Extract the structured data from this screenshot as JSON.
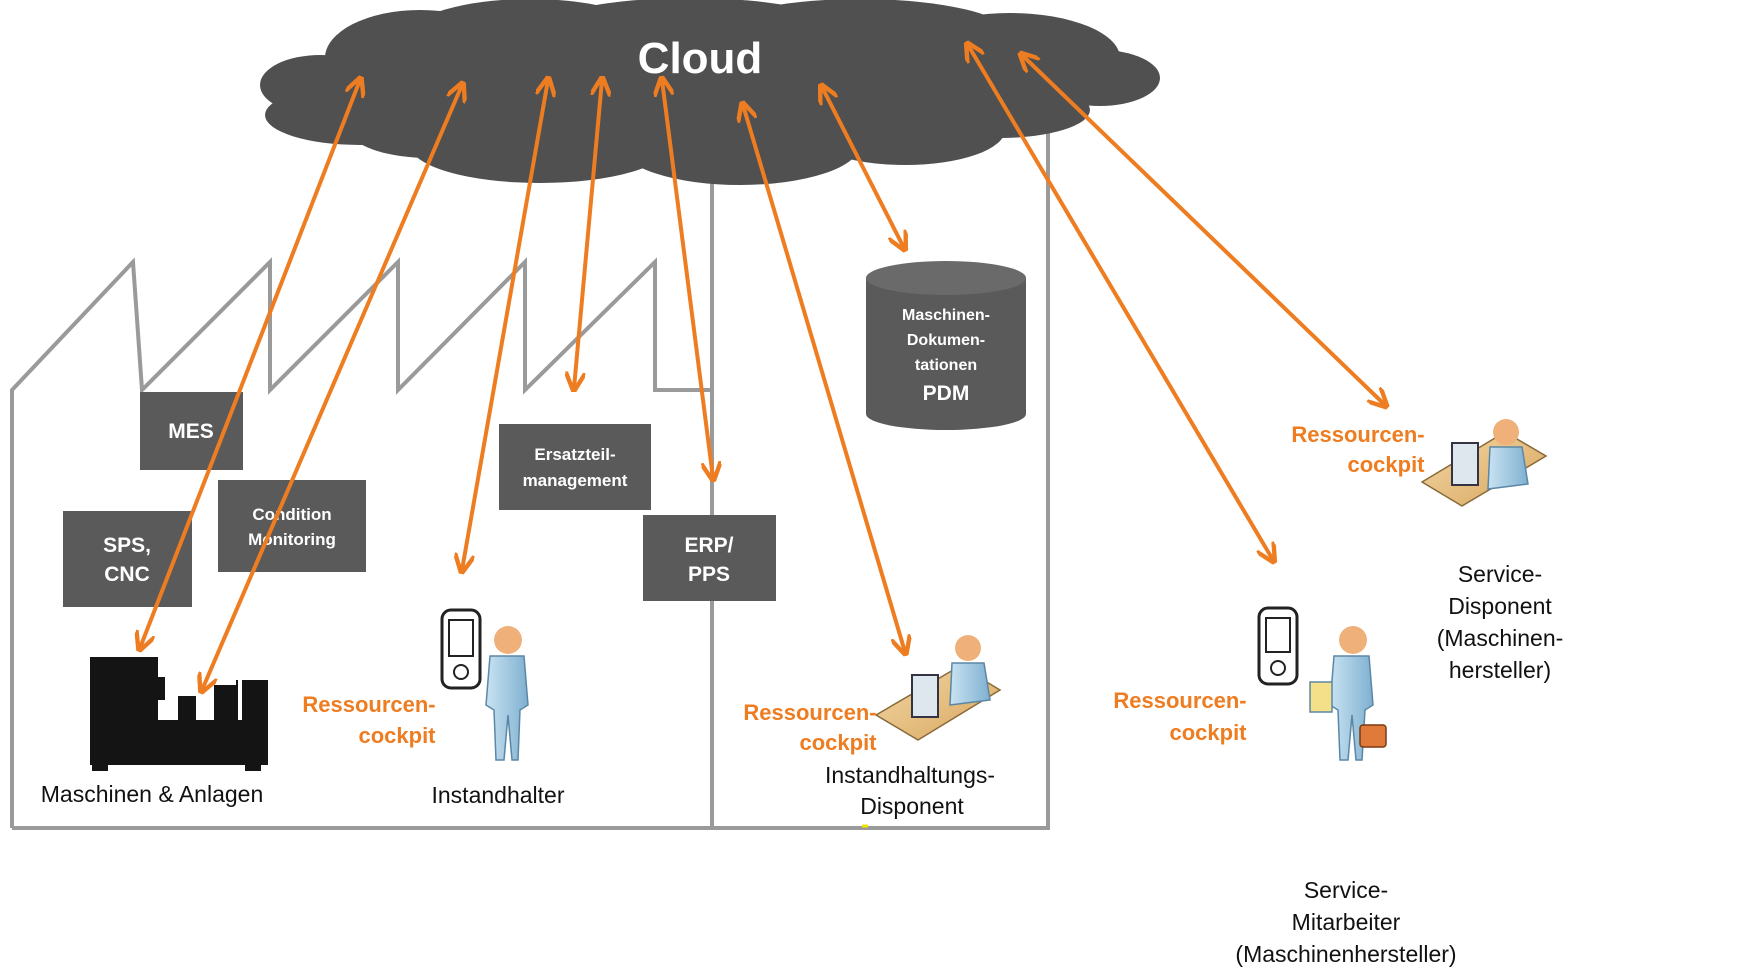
{
  "cloud": {
    "label": "Cloud"
  },
  "systems": {
    "mes": "MES",
    "sps_cnc": [
      "SPS,",
      "CNC"
    ],
    "condition_monitoring": [
      "Condition",
      "Monitoring"
    ],
    "ersatzteil": [
      "Ersatzteil-",
      "management"
    ],
    "erp_pps": [
      "ERP/",
      "PPS"
    ],
    "pdm": {
      "lines": [
        "Maschinen-",
        "Dokumen-",
        "tationen"
      ],
      "title": "PDM"
    }
  },
  "cockpit_label": [
    "Ressourcen-",
    "cockpit"
  ],
  "actors": {
    "machines": "Maschinen & Anlagen",
    "instandhalter": "Instandhalter",
    "instandhaltungs_disponent": [
      "Instandhaltungs-",
      "Disponent"
    ],
    "service_mitarbeiter": [
      "Service-",
      "Mitarbeiter",
      "(Maschinenhersteller)"
    ],
    "service_disponent": [
      "Service-",
      "Disponent",
      "(Maschinen-",
      "hersteller)"
    ]
  },
  "colors": {
    "accent": "#ee7d22",
    "cloud": "#505050",
    "box": "#5a5a5a",
    "factory_outline": "#9a9a9a"
  }
}
